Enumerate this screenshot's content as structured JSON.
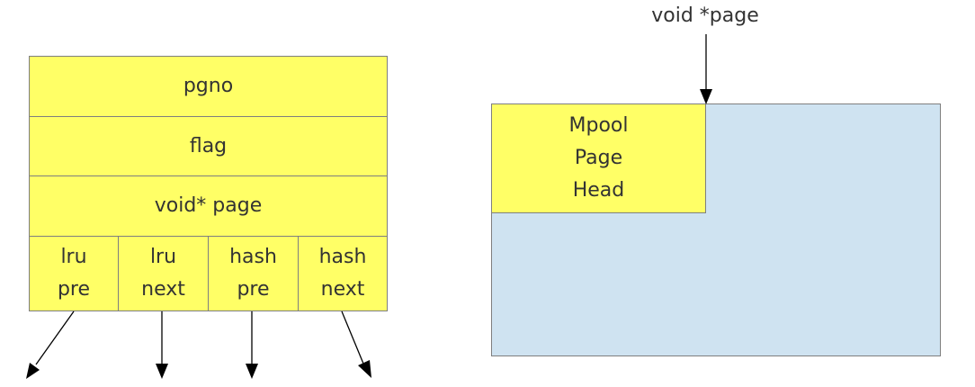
{
  "node": {
    "pgno": "pgno",
    "flag": "flag",
    "page": "void* page",
    "links": [
      {
        "line1": "lru",
        "line2": "pre"
      },
      {
        "line1": "lru",
        "line2": "next"
      },
      {
        "line1": "hash",
        "line2": "pre"
      },
      {
        "line1": "hash",
        "line2": "next"
      }
    ]
  },
  "page": {
    "pointer_label": "void *page",
    "head": {
      "line1": "Mpool",
      "line2": "Page",
      "line3": "Head"
    }
  },
  "colors": {
    "struct_fill": "#ffff66",
    "page_fill": "#cfe3f1",
    "border": "#7f7f7f"
  }
}
